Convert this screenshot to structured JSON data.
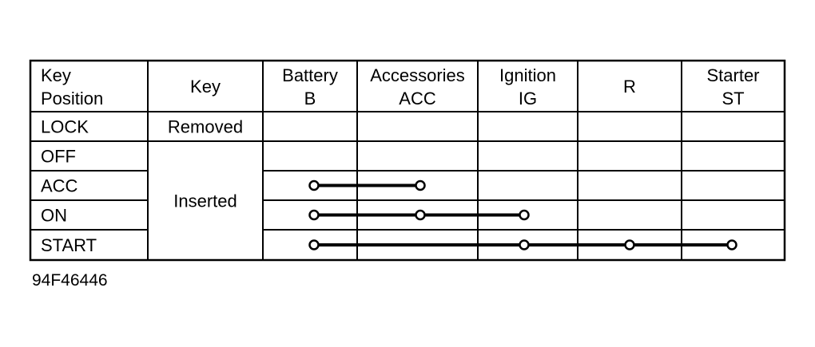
{
  "table": {
    "headers": [
      {
        "line1": "Key",
        "line2": "Position"
      },
      {
        "line1": "Key",
        "line2": ""
      },
      {
        "line1": "Battery",
        "line2": "B"
      },
      {
        "line1": "Accessories",
        "line2": "ACC"
      },
      {
        "line1": "Ignition",
        "line2": "IG"
      },
      {
        "line1": "R",
        "line2": ""
      },
      {
        "line1": "Starter",
        "line2": "ST"
      }
    ],
    "rows": [
      {
        "position": "LOCK",
        "key": "Removed",
        "connects": []
      },
      {
        "position": "OFF",
        "key": "",
        "connects": []
      },
      {
        "position": "ACC",
        "key": "",
        "connects": [
          2,
          3
        ]
      },
      {
        "position": "ON",
        "key": "",
        "connects": [
          2,
          3,
          4
        ]
      },
      {
        "position": "START",
        "key": "",
        "connects": [
          2,
          4,
          5,
          6
        ]
      }
    ],
    "inserted_label": "Inserted"
  },
  "figure_id": "94F46446"
}
